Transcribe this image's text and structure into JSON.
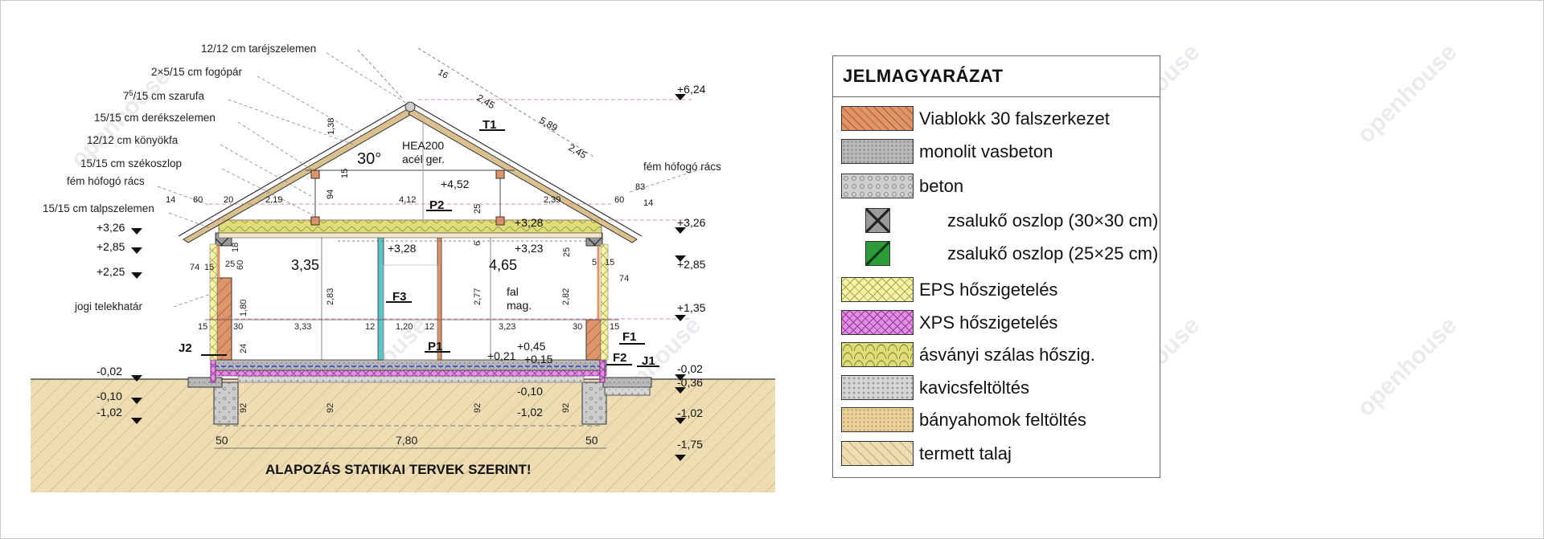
{
  "left_labels": {
    "tarejszelemen": "12/12 cm taréjszelemen",
    "fogopar": "2×5/15 cm fogópár",
    "szarufa_pre": "7",
    "szarufa_sup": "5",
    "szarufa_post": "/15 cm szarufa",
    "derekszelemen": "15/15 cm derékszelemen",
    "konyokfa": "12/12 cm könyökfa",
    "szekoszlop": "15/15 cm székoszlop",
    "hofogo_left": "fém hófogó rács",
    "talpszelemen": "15/15 cm talpszelemen",
    "telekhatar": "jogi telekhatár",
    "hofogo_right": "fém hófogó rács"
  },
  "levels_left": [
    "+3,26",
    "+2,85",
    "+2,25",
    "-0,02",
    "-0,10",
    "-1,02"
  ],
  "levels_right": [
    "+6,24",
    "+3,26",
    "+2,85",
    "+1,35",
    "-0,02",
    "-0,36",
    "-1,02",
    "-1,75"
  ],
  "inner_levels": {
    "beam": "+4,52",
    "left_ceiling": "+3,28",
    "right_ceiling": "+3,28",
    "right_ceiling2": "+3,23",
    "floor1": "+0,45",
    "floor2": "+0,21",
    "floor3": "+0,15",
    "inner_m010": "-0,10",
    "inner_m102": "-1,02"
  },
  "roof": {
    "angle": "30°",
    "beam_line1": "HEA200",
    "beam_line2": "acél ger.",
    "d_245a": "2,45",
    "d_589": "5,89",
    "d_245b": "2,45",
    "d_16": "16",
    "d_138": "1,38",
    "d_83": "83",
    "d_14r": "14",
    "d_60r": "60",
    "d_14l": "14",
    "d_60l": "60",
    "d_20": "20",
    "d_219": "2,19",
    "d_412": "4,12",
    "d_239": "2,39",
    "d_15a": "15",
    "d_94": "94",
    "d_25a": "25"
  },
  "rooms": {
    "left": "3,35",
    "right": "4,65",
    "wall_line1": "fal",
    "wall_line2": "mag."
  },
  "dims": {
    "d_283": "2,83",
    "d_277": "2,77",
    "d_282": "2,82",
    "d_180": "1,80",
    "d_333": "3,33",
    "d_12a": "12",
    "d_120": "1,20",
    "d_12b": "12",
    "d_323": "3,23",
    "d_15l": "15",
    "d_30l": "30",
    "d_30r": "30",
    "d_15r": "15",
    "d_50l": "50",
    "d_780": "7,80",
    "d_50r": "50",
    "d_92a": "92",
    "d_92b": "92",
    "d_92c": "92",
    "d_92d": "92",
    "d_24": "24",
    "d_74l": "74",
    "d_15b": "15",
    "d_25b": "25",
    "d_60b": "60",
    "d_18": "18",
    "d_74r": "74",
    "d_5": "5",
    "d_15c": "15",
    "d_25c": "25",
    "d_6": "6"
  },
  "tags": [
    "T1",
    "P2",
    "F3",
    "P1",
    "F1",
    "F2",
    "J1",
    "J2"
  ],
  "note": "ALAPOZÁS STATIKAI TERVEK SZERINT!",
  "legend": {
    "title": "JELMAGYARÁZAT",
    "items": [
      {
        "label": "Viablokk 30 falszerkezet",
        "color": "#e0946a"
      },
      {
        "label": "monolit vasbeton",
        "color": "#b9b9b9"
      },
      {
        "label": "beton",
        "color": "#c8c8c8"
      },
      {
        "label": "zsalukő oszlop (30×30 cm)",
        "color": "#9a9a9a"
      },
      {
        "label": "zsalukő oszlop (25×25 cm)",
        "color": "#2d9a3b"
      },
      {
        "label": "EPS hőszigetelés",
        "color": "#f6f3a2"
      },
      {
        "label": "XPS hőszigetelés",
        "color": "#e48de6"
      },
      {
        "label": "ásványi szálas hőszig.",
        "color": "#dedd7a"
      },
      {
        "label": "kavicsfeltöltés",
        "color": "#d6d6d6"
      },
      {
        "label": "bányahomok feltöltés",
        "color": "#ebd29a"
      },
      {
        "label": "termett talaj",
        "color": "#eedcb2"
      }
    ]
  },
  "watermark": "openhouse"
}
